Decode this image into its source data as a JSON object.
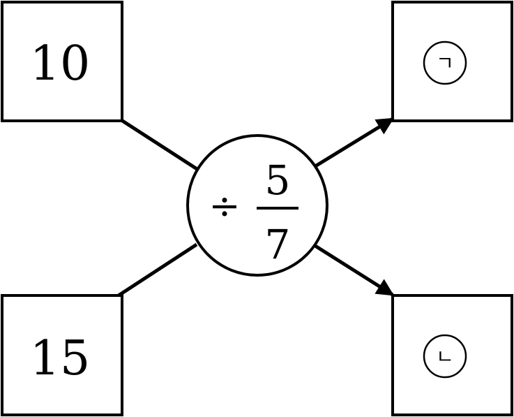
{
  "inputs": {
    "top": "10",
    "bottom": "15"
  },
  "operation": {
    "operator": "÷",
    "numerator": "5",
    "denominator": "7"
  },
  "outputs": {
    "top_label": "ㄱ",
    "bottom_label": "ㄴ"
  }
}
